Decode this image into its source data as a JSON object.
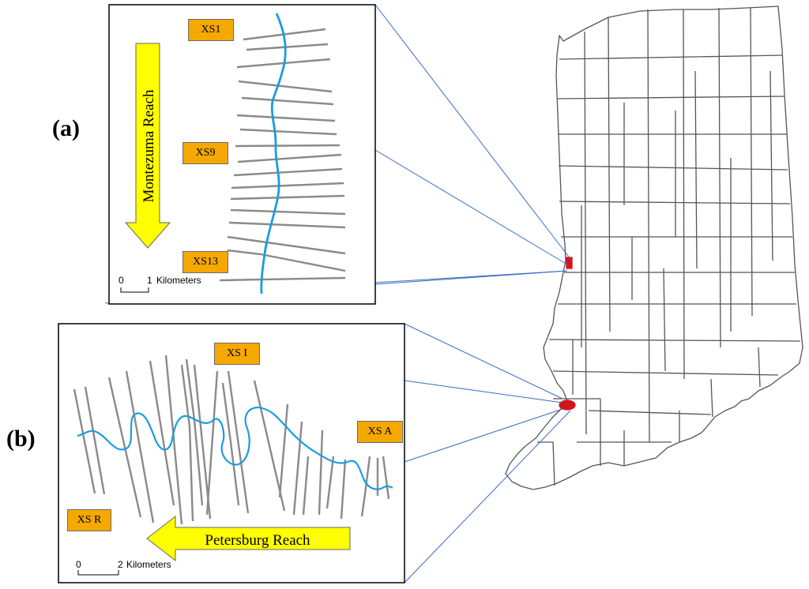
{
  "panels": {
    "a": {
      "label": "(a)",
      "reach_name": "Montezuma Reach",
      "xs_labels": {
        "top": "XS1",
        "middle": "XS9",
        "bottom": "XS13"
      },
      "scale": {
        "zero": "0",
        "value": "1",
        "unit": "Kilometers"
      }
    },
    "b": {
      "label": "(b)",
      "reach_name": "Petersburg Reach",
      "xs_labels": {
        "top": "XS I",
        "right": "XS A",
        "left": "XS R"
      },
      "scale": {
        "zero": "0",
        "value": "2",
        "unit": "Kilometers"
      }
    }
  },
  "colors": {
    "river": "#1c9be0",
    "cross_section": "#8a8a8a",
    "label_fill": "#f5a800",
    "arrow_fill": "#ffff00",
    "county_border": "#555555",
    "leader_line": "#3a6cc4",
    "study_site": "#d4141a"
  }
}
